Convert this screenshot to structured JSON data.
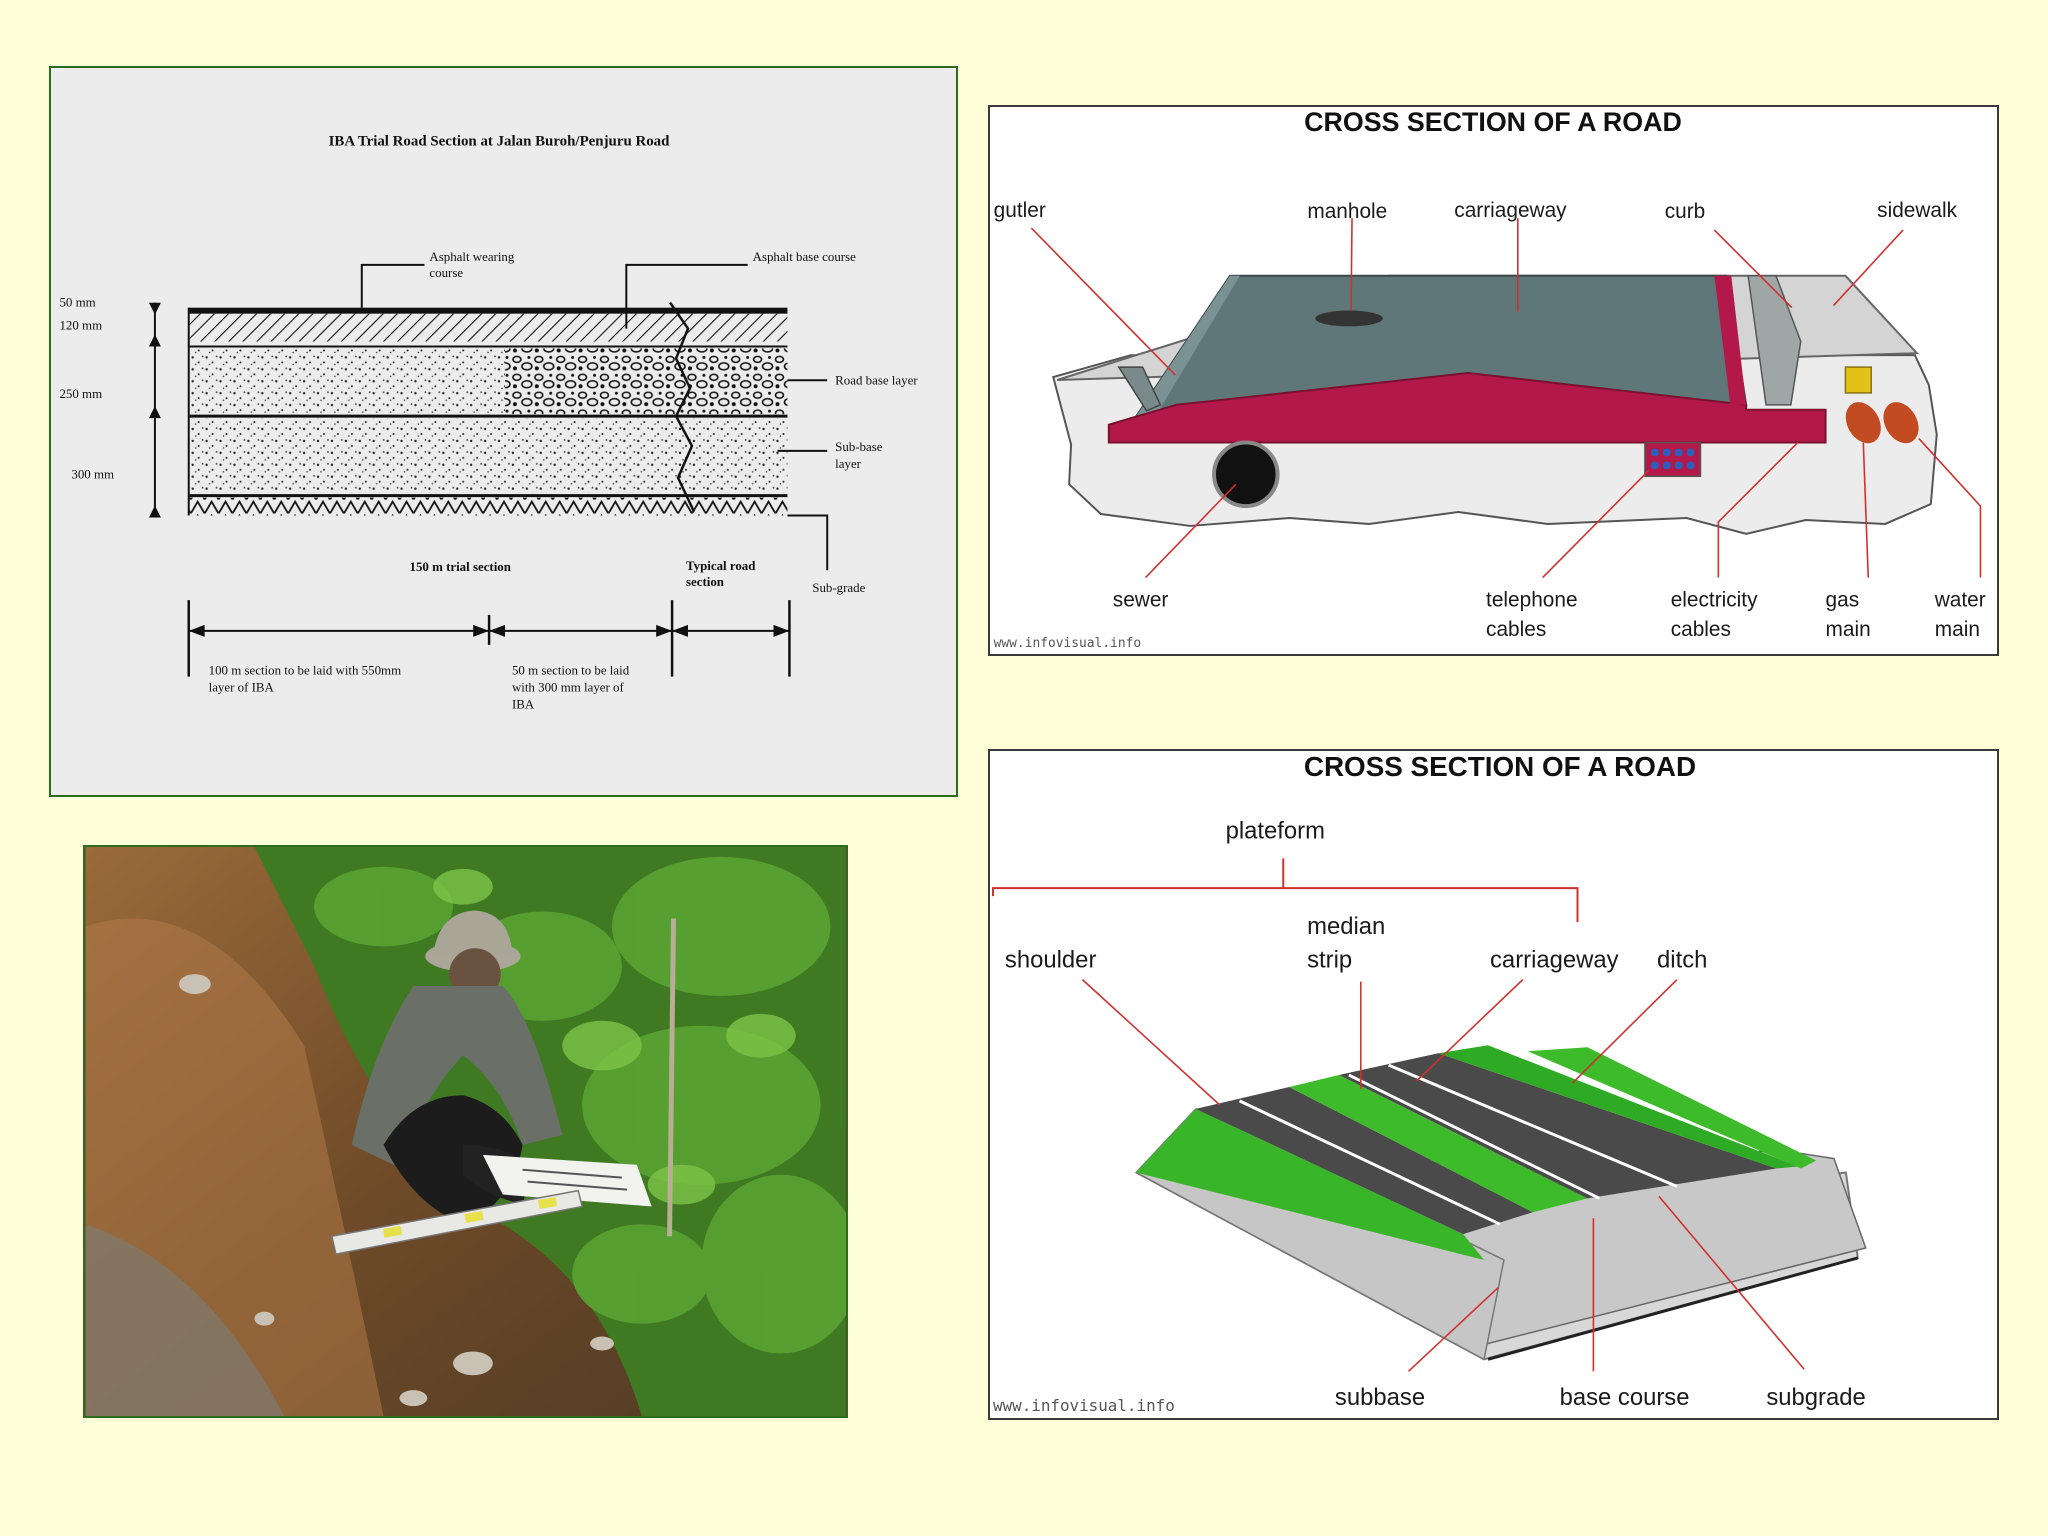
{
  "colors": {
    "slide_background": "#fefed8",
    "panel_border_green": "#2e6b1f",
    "crimson_base": "#b3184a",
    "slab_grey": "#5f7779",
    "pavement_grey": "#4a4a4a",
    "verge_green": "#3dbb2a",
    "leader_red": "#d03030"
  },
  "sketch": {
    "title": "IBA Trial Road Section at Jalan Buroh/Penjuru Road",
    "dim_50": "50 mm",
    "dim_120": "120 mm",
    "dim_250": "250 mm",
    "dim_300": "300 mm",
    "asphalt_wearing_1": "Asphalt wearing",
    "asphalt_wearing_2": "course",
    "asphalt_base": "Asphalt base course",
    "road_base": "Road base layer",
    "subbase_1": "Sub-base",
    "subbase_2": "layer",
    "subgrade": "Sub-grade",
    "trial_section": "150 m trial section",
    "typical_1": "Typical road",
    "typical_2": "section",
    "note1_1": "100 m section to be laid with 550mm",
    "note1_2": "layer of IBA",
    "note2_1": "50 m section to be laid",
    "note2_2": "with 300 mm layer of",
    "note2_3": "IBA"
  },
  "photo": {
    "subject": "field-worker-with-spirit-level"
  },
  "road1": {
    "title": "CROSS SECTION OF A ROAD",
    "gutter": "gutler",
    "manhole": "manhole",
    "carriageway": "carriageway",
    "curb": "curb",
    "sidewalk": "sidewalk",
    "sewer": "sewer",
    "telephone_1": "telephone",
    "telephone_2": "cables",
    "electricity_1": "electricity",
    "electricity_2": "cables",
    "gas_1": "gas",
    "gas_2": "main",
    "water_1": "water",
    "water_2": "main",
    "watermark": "www.infovisual.info"
  },
  "road2": {
    "title": "CROSS SECTION OF A ROAD",
    "plateform": "plateform",
    "shoulder": "shoulder",
    "median_1": "median",
    "median_2": "strip",
    "carriageway": "carriageway",
    "ditch": "ditch",
    "subbase": "subbase",
    "base_course": "base course",
    "subgrade": "subgrade",
    "watermark": "www.infovisual.info"
  }
}
